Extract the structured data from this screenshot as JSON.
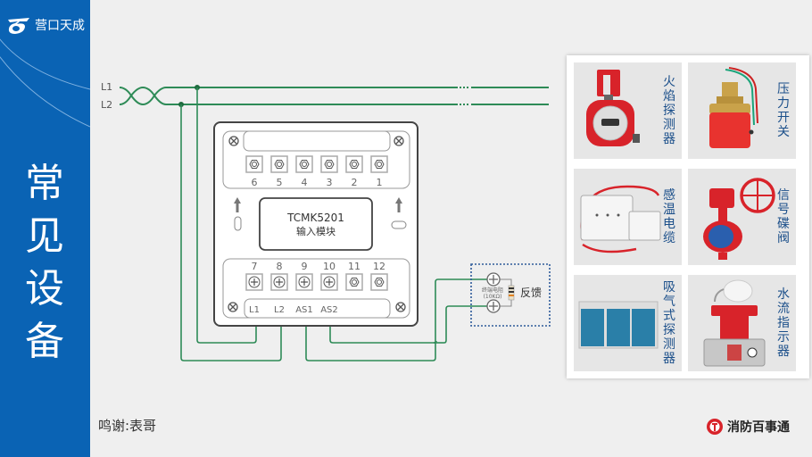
{
  "brand": {
    "name": "营口天成",
    "logo_icon": "tiancheng-logo-icon"
  },
  "sidebar": {
    "title_chars": [
      "常",
      "见",
      "设",
      "备"
    ]
  },
  "diagram": {
    "bus_labels": [
      "L1",
      "L2"
    ],
    "module": {
      "model": "TCMK5201",
      "name": "输入模块",
      "top_terminals": [
        "6",
        "5",
        "4",
        "3",
        "2",
        "1"
      ],
      "bottom_terminals": [
        "7",
        "8",
        "9",
        "10",
        "11",
        "12"
      ],
      "bottom_labels": [
        "L1",
        "L2",
        "AS1",
        "AS2"
      ]
    },
    "feedback": {
      "resistor_label_line1": "终端电阻",
      "resistor_label_line2": "(10KΩ)",
      "label": "反馈"
    },
    "wire_color": "#2e8b57"
  },
  "devices": [
    {
      "name_chars": [
        "火",
        "焰",
        "探",
        "测",
        "器"
      ],
      "icon": "flame-detector-icon"
    },
    {
      "name_chars": [
        "压",
        "力",
        "开",
        "关"
      ],
      "icon": "pressure-switch-icon"
    },
    {
      "name_chars": [
        "感",
        "温",
        "电",
        "缆"
      ],
      "icon": "heat-cable-icon"
    },
    {
      "name_chars": [
        "信",
        "号",
        "碟",
        "阀"
      ],
      "icon": "butterfly-valve-icon"
    },
    {
      "name_chars": [
        "吸",
        "气",
        "式",
        "探",
        "测",
        "器"
      ],
      "icon": "aspirating-detector-icon"
    },
    {
      "name_chars": [
        "水",
        "流",
        "指",
        "示",
        "器"
      ],
      "icon": "water-flow-indicator-icon"
    }
  ],
  "footer": {
    "thanks": "鸣谢:表哥",
    "source_name": "消防百事通"
  }
}
